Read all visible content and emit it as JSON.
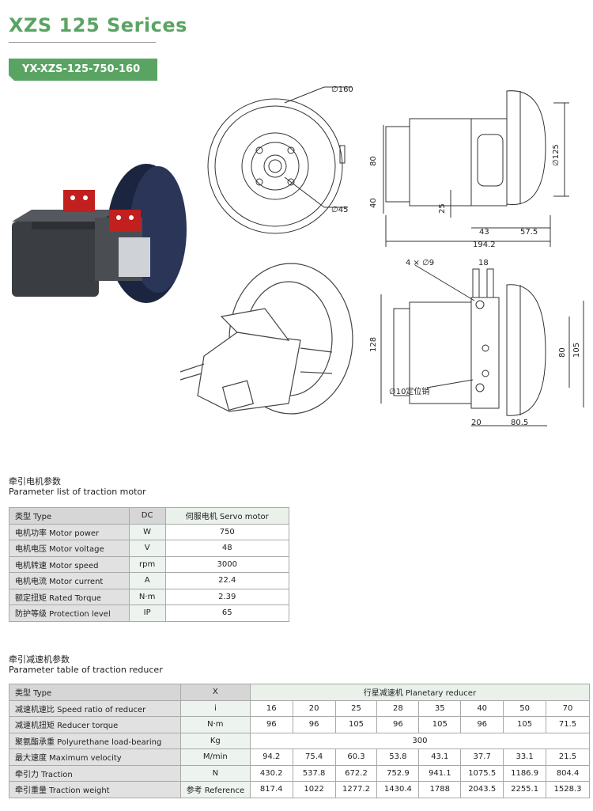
{
  "header": {
    "title": "XZS 125 Serices",
    "model": "YX-XZS-125-750-160"
  },
  "drawing_dims": {
    "d160": "∅160",
    "d45": "∅45",
    "d125": "∅125",
    "h80": "80",
    "h40": "40",
    "h25": "25",
    "w43": "43",
    "w575": "57.5",
    "w1942": "194.2",
    "holes": "4 × ∅9",
    "w18": "18",
    "h128": "128",
    "h80b": "80",
    "h105": "105",
    "pin": "∅10定位销",
    "w20": "20",
    "w805": "80.5"
  },
  "motor_section": {
    "title_cn": "牵引电机参数",
    "title_en": "Parameter list of traction motor"
  },
  "motor_table": {
    "rows": [
      {
        "label": "类型 Type",
        "unit": "DC",
        "value": "伺服电机 Servo motor"
      },
      {
        "label": "电机功率 Motor power",
        "unit": "W",
        "value": "750"
      },
      {
        "label": "电机电压 Motor voltage",
        "unit": "V",
        "value": "48"
      },
      {
        "label": "电机转速 Motor speed",
        "unit": "rpm",
        "value": "3000"
      },
      {
        "label": "电机电流 Motor current",
        "unit": "A",
        "value": "22.4"
      },
      {
        "label": "额定扭矩 Rated Torque",
        "unit": "N·m",
        "value": "2.39"
      },
      {
        "label": "防护等级 Protection level",
        "unit": "IP",
        "value": "65"
      }
    ]
  },
  "reducer_section": {
    "title_cn": "牵引减速机参数",
    "title_en": "Parameter table of traction reducer"
  },
  "reducer_table": {
    "header": {
      "label": "类型 Type",
      "unit": "X",
      "value": "行星减速机 Planetary reducer"
    },
    "rows": [
      {
        "label": "减速机速比 Speed ratio of reducer",
        "unit": "i",
        "values": [
          "16",
          "20",
          "25",
          "28",
          "35",
          "40",
          "50",
          "70"
        ]
      },
      {
        "label": "减速机扭矩 Reducer torque",
        "unit": "N·m",
        "values": [
          "96",
          "96",
          "105",
          "96",
          "105",
          "96",
          "105",
          "71.5"
        ]
      },
      {
        "label": "聚氨酯承重 Polyurethane load-bearing",
        "unit": "Kg",
        "merged": "300"
      },
      {
        "label": "最大速度 Maximum velocity",
        "unit": "M/min",
        "values": [
          "94.2",
          "75.4",
          "60.3",
          "53.8",
          "43.1",
          "37.7",
          "33.1",
          "21.5"
        ]
      },
      {
        "label": "牵引力 Traction",
        "unit": "N",
        "values": [
          "430.2",
          "537.8",
          "672.2",
          "752.9",
          "941.1",
          "1075.5",
          "1186.9",
          "804.4"
        ]
      },
      {
        "label": "牵引重量 Traction weight",
        "unit": "参考 Reference",
        "values": [
          "817.4",
          "1022",
          "1277.2",
          "1430.4",
          "1788",
          "2043.5",
          "2255.1",
          "1528.3"
        ]
      }
    ]
  }
}
